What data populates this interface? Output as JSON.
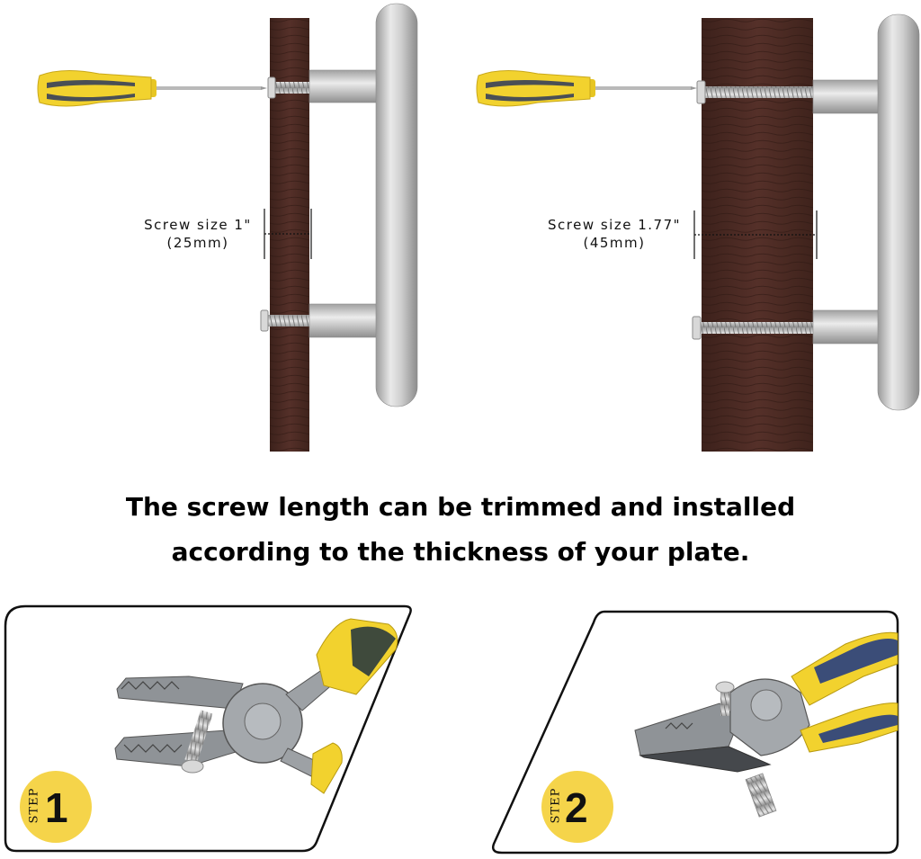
{
  "diagram_left": {
    "screw_label": "Screw size 1\"",
    "screw_metric": "(25mm)"
  },
  "diagram_right": {
    "screw_label": "Screw size 1.77\"",
    "screw_metric": "(45mm)"
  },
  "caption": {
    "line1": "The screw length can be trimmed and installed",
    "line2": "according to the thickness of your plate."
  },
  "steps": [
    {
      "word": "STEP",
      "number": "1"
    },
    {
      "word": "STEP",
      "number": "2"
    }
  ],
  "colors": {
    "wood": "#4a2a22",
    "steel": "#c9c9c9",
    "handle_yellow": "#f2d22e",
    "handle_grey": "#4a4f55",
    "badge_yellow": "#f5d44a"
  }
}
